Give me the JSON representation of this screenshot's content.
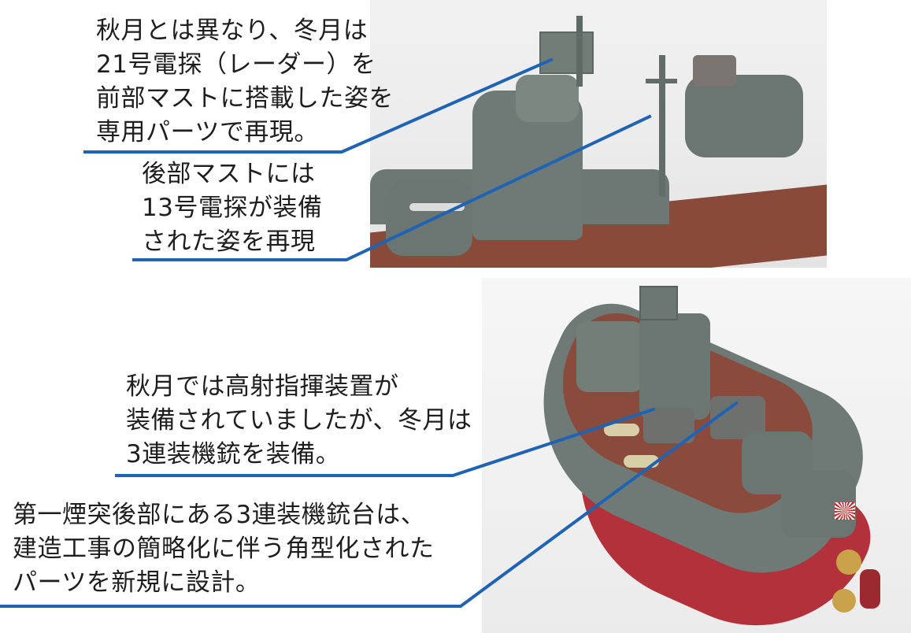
{
  "callouts": {
    "radar21": {
      "lines": [
        "秋月とは異なり、冬月は",
        "21号電探（レーダー）を",
        "前部マストに搭載した姿を",
        "専用パーツで再現。"
      ]
    },
    "radar13": {
      "lines": [
        "後部マストには",
        "13号電探が装備",
        "された姿を再現"
      ]
    },
    "aa_gun": {
      "lines": [
        "秋月では高射指揮装置が",
        "装備されていましたが、冬月は",
        "3連装機銃を装備。"
      ]
    },
    "gun_mount": {
      "lines": [
        "第一煙突後部にある3連装機銃台は、",
        "建造工事の簡略化に伴う角型化された",
        "パーツを新規に設計。"
      ]
    }
  },
  "colors": {
    "leader_line": "#1f63b4",
    "hull_gray": "#6f7a76",
    "deck_wood": "#8a4a3a",
    "hull_red": "#b2313a"
  }
}
